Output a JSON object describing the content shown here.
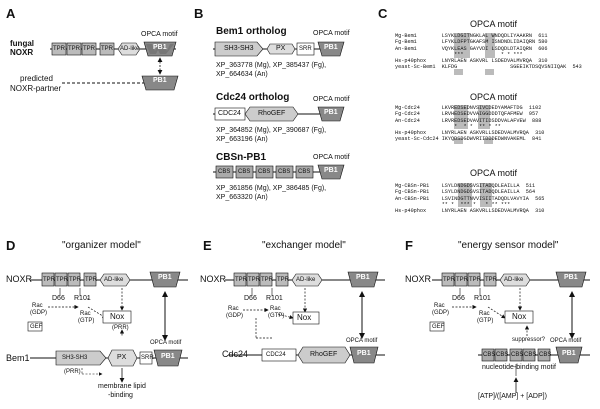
{
  "panels": {
    "A": {
      "letter": "A",
      "fungal_label_1": "fungal",
      "fungal_label_2": "NOXR",
      "domains": [
        "TPR",
        "TPR",
        "TPR",
        "TPR",
        "AD-like",
        "PB1"
      ],
      "opca_label": "OPCA motif",
      "predicted_label_1": "predicted",
      "predicted_label_2": "NOXR-partner",
      "partner_domain": "PB1"
    },
    "B": {
      "letter": "B",
      "bem1": {
        "title": "Bem1 ortholog",
        "domains": [
          "SH3-SH3",
          "PX",
          "SRR",
          "PB1"
        ],
        "opca_label": "OPCA motif",
        "acc_1": "XP_363778 (Mg), XP_385437 (Fg),",
        "acc_2": "XP_664634 (An)"
      },
      "cdc24": {
        "title": "Cdc24 ortholog",
        "domains": [
          "CDC24",
          "RhoGEF",
          "PB1"
        ],
        "opca_label": "OPCA motif",
        "acc_1": "XP_364852 (Mg), XP_390687 (Fg),",
        "acc_2": "XP_663196 (An)"
      },
      "cbsn": {
        "title": "CBSn-PB1",
        "domains": [
          "CBS",
          "CBS",
          "CBS",
          "CBS",
          "CBS",
          "PB1"
        ],
        "opca_label": "OPCA motif",
        "acc_1": "XP_361856 (Mg), XP_386485 (Fg),",
        "acc_2": "XP_663320 (An)"
      }
    },
    "C": {
      "letter": "C",
      "opca_1": "OPCA motif",
      "opca_2": "OPCA motif",
      "opca_3": "OPCA motif",
      "block_1": "Mg-Bem1        LSYKLDGITNGKLAL WNDQDLIYAAKRN  611\nFg-Bem1        LFYKLDFPTGKAFSM ISNDNDLIDAIQRN 580\nAn-Bem1        VQYKLEAS GAYVDI LSDQDLDTAIQRN  606\n                   ***            * * *** \nHs-p40phox     LNYRLAEN ASKVRL LSDEDVALMVRQA  310\nyeast-Sc-Bem1  KLFDG                 SGEEIKTDSQVSNIIQAK  543",
      "block_2": "Mg-Cdc24       LKVREDSEDNVSIVCDEDYAMAFTDG  1102\nFg-Cdc24       LRVHEDSEDVVAIGGDDDTQFAFMEW  957\nAn-Cdc24       LRVREDSEDVAVITIDSDDVALAFVEW  888\n                   *  * *  ** * **    \nHs-p40phox     LNYRLAEN ASKVRLLSDEDVALMVRQA  310\nyeast-Sc-Cdc24 IKYQDSDGDWVRIIDDDEDWNVAKEML  841",
      "block_3": "Mg-CBSn-PB1    LSYLDNDGDSVSITADQDLEAILLA  511\nFg-CBSn-PB1    LSYLDNDGDSVSITADQDLEAILLA  564\nAn-CBSn-PB1    LSVINDGTTNVVISIITADQDLVAVYIA  565\n               ** *  *** *   * ** *** \nHs-p40phox     LNYRLAEN ASKVRLLSDEDVALMVRQA  310"
    },
    "D": {
      "letter": "D",
      "title": "\"organizer model\"",
      "noxr_label": "NOXR",
      "domains": [
        "TPR",
        "TPR",
        "TPR",
        "TPR",
        "AD-like",
        "PB1"
      ],
      "d66": "D66",
      "r101": "R101",
      "rac_gdp_1": "Rac",
      "rac_gdp_2": "(GDP)",
      "gef": "GEF",
      "rac_gtp_1": "Rac",
      "rac_gtp_2": "(GTP)",
      "nox": "Nox",
      "prr": "(PRR)",
      "prr2": "(PRR)",
      "opca_label": "OPCA motif",
      "bem1_label": "Bem1",
      "bem1_domains": [
        "SH3-SH3",
        "PX",
        "SRR",
        "PB1"
      ],
      "membrane_1": "membrane lipid",
      "membrane_2": "-binding"
    },
    "E": {
      "letter": "E",
      "title": "\"exchanger model\"",
      "noxr_label": "NOXR",
      "domains": [
        "TPR",
        "TPR",
        "TPR",
        "TPR",
        "AD-like",
        "PB1"
      ],
      "d66": "D66",
      "r101": "R101",
      "rac_gdp_1": "Rac",
      "rac_gdp_2": "(GDP)",
      "rac_gtp_1": "Rac",
      "rac_gtp_2": "(GTP)",
      "nox": "Nox",
      "opca_label": "OPCA motif",
      "cdc24_label": "Cdc24",
      "cdc24_domains": [
        "CDC24",
        "RhoGEF",
        "PB1"
      ]
    },
    "F": {
      "letter": "F",
      "title": "\"energy sensor model\"",
      "noxr_label": "NOXR",
      "domains": [
        "TPR",
        "TPR",
        "TPR",
        "TPR",
        "AD-like",
        "PB1"
      ],
      "d66": "D66",
      "r101": "R101",
      "rac_gdp_1": "Rac",
      "rac_gdp_2": "(GDP)",
      "gef": "GEF",
      "rac_gtp_1": "Rac",
      "rac_gtp_2": "(GTP)",
      "nox": "Nox",
      "suppressor": "suppressor?",
      "opca_label": "OPCA motif",
      "cbs_domains": [
        "CBS",
        "CBS",
        "CBS",
        "CBS",
        "CBS",
        "PB1"
      ],
      "nucleotide": "nucleotide-binding motif",
      "atp": "[ATP]/([AMP] + [ADP])"
    }
  }
}
